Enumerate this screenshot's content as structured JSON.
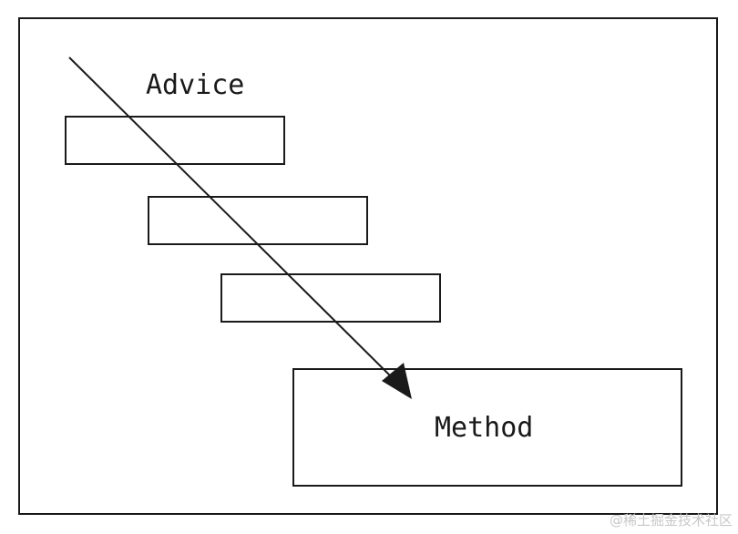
{
  "diagram": {
    "labels": {
      "advice": "Advice",
      "method": "Method"
    },
    "watermark": "@稀土掘金技术社区",
    "colors": {
      "stroke": "#1a1a1a",
      "background": "#ffffff",
      "watermark": "#c8c8c8"
    }
  }
}
